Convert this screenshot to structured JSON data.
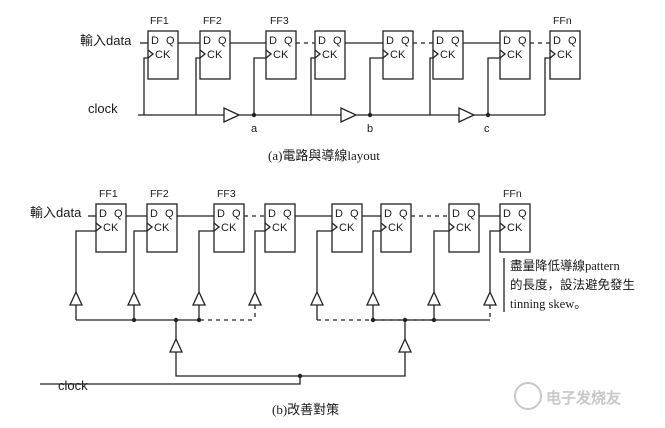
{
  "part_a": {
    "ff_labels": [
      "FF1",
      "FF2",
      "FF3",
      "FFn"
    ],
    "pin_d": "D",
    "pin_q": "Q",
    "pin_ck": "CK",
    "input_label": "輸入data",
    "clock_label": "clock",
    "node_labels": [
      "a",
      "b",
      "c"
    ],
    "caption": "(a)電路與導線layout"
  },
  "part_b": {
    "ff_labels": [
      "FF1",
      "FF2",
      "FF3",
      "FFn"
    ],
    "input_label": "輸入data",
    "clock_label": "clock",
    "note_lines": [
      "盡量降低導線pattern",
      "的長度，設法避免發生",
      "tinning skew。"
    ],
    "caption": "(b)改善對策"
  },
  "watermark": "电子发烧友"
}
